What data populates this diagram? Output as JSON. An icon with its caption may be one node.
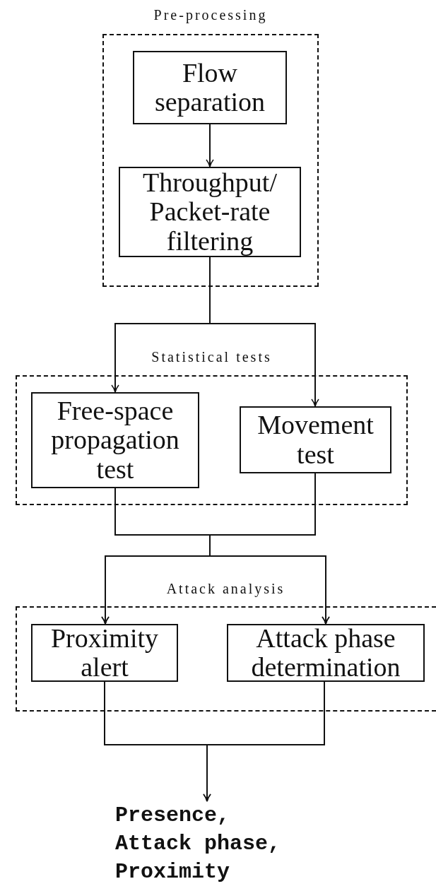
{
  "diagram": {
    "nodes": [
      {
        "text": [
          "Pre-processing"
        ]
      },
      {
        "text": [
          "Flow separation"
        ],
        "in": 0
      },
      {
        "text": [
          "Throughput/ Packet-rate filtering"
        ],
        "in": 0
      },
      {
        "text": [
          "Statistical tests"
        ]
      },
      {
        "text": [
          "Free-space propagation test"
        ],
        "in": 3
      },
      {
        "text": [
          "Movement test"
        ],
        "in": 3
      },
      {
        "text": [
          "Attack analysis"
        ]
      },
      {
        "text": [
          "Proximity alert"
        ],
        "in": 6
      },
      {
        "text": [
          "Attack phase determination"
        ],
        "in": 6
      },
      {
        "text": [
          "Presence, Attack phase, Proximity"
        ]
      }
    ],
    "edges": [
      {
        "from": 1,
        "to": 2,
        "arrow": "to"
      },
      {
        "from": 2,
        "to": 4,
        "arrow": "to"
      },
      {
        "from": 2,
        "to": 5,
        "arrow": "to"
      },
      {
        "from": 4,
        "to": 7,
        "arrow": "to"
      },
      {
        "from": 4,
        "to": 8,
        "arrow": "to"
      },
      {
        "from": 5,
        "to": 7,
        "arrow": "to"
      },
      {
        "from": 5,
        "to": 8,
        "arrow": "to"
      },
      {
        "from": 7,
        "to": 9,
        "arrow": "to"
      },
      {
        "from": 8,
        "to": 9,
        "arrow": "to"
      }
    ]
  }
}
